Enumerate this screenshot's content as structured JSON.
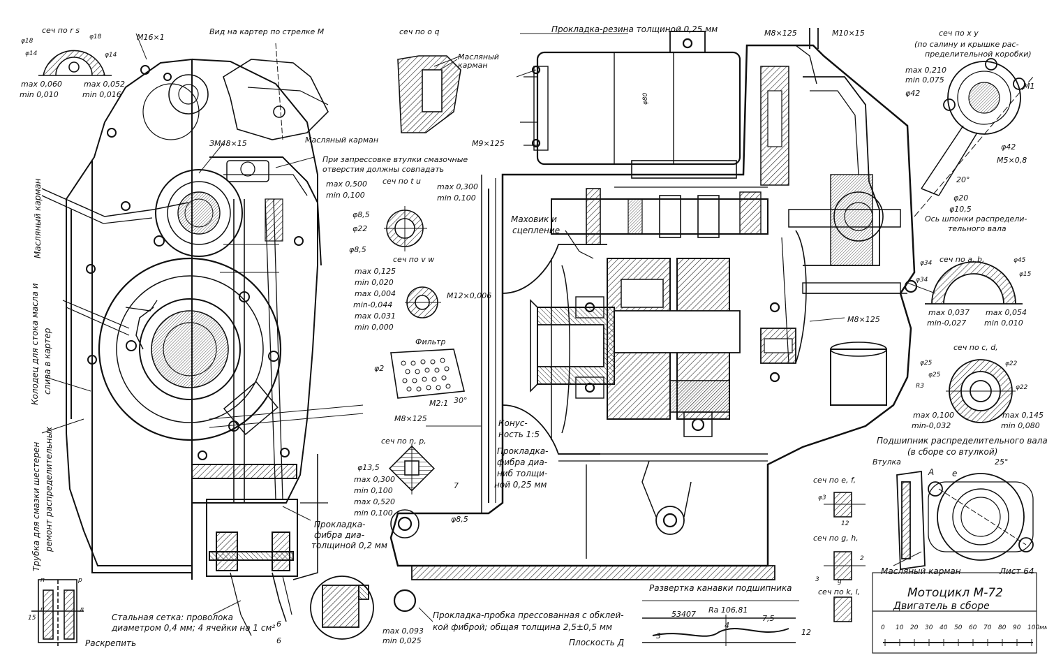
{
  "sheet": {
    "title": "Мотоцикл М-72",
    "subtitle": "Двигатель в сборе",
    "sheet_no": "Лист 64",
    "scale_labels": [
      "0",
      "10",
      "20",
      "30",
      "40",
      "50",
      "60",
      "70",
      "80",
      "90",
      "100"
    ],
    "scale_unit": "мм"
  },
  "labels": {
    "sec_rs": "сеч по r s",
    "rs_d1": "φ18",
    "rs_d2": "φ18",
    "rs_d3": "φ14",
    "rs_d4": "φ14",
    "rs_max1": "max 0,060",
    "rs_min1": "min 0,010",
    "rs_max2": "max 0,052",
    "rs_min2": "min 0,016",
    "m16": "M16×1",
    "view_m": "Вид на картер по стрелке М",
    "sec_oq": "сеч по o q",
    "oil_pocket_1": "Масляный карман",
    "gasket_rubber": "Прокладка-резина толщиной 0,25 мм",
    "m8_125_top": "M8×125",
    "m10_15": "M10×15",
    "sec_xy_1": "сеч по x y",
    "sec_xy_2": "(по салину и крышке рас-",
    "sec_xy_3": "пределительной коробки)",
    "xy_max": "max 0,210",
    "xy_min": "min 0,075",
    "xy_d42": "φ42",
    "m5_08": "M5×0,8",
    "d42b": "φ42",
    "ang20": "20°",
    "d20": "φ20",
    "d105": "φ10,5",
    "cam_axis_1": "Ось шпонки распредели-",
    "cam_axis_2": "тельного вала",
    "m1": "M1",
    "oil_pocket_2": "Масляный карман",
    "zm48": "ЗМ48×15",
    "press_note_1": "При запрессовке втулки смазочные",
    "press_note_2": "отверстия должны совпадать",
    "m9_125": "M9×125",
    "sec_tu": "сеч по t u",
    "tu_max1": "max 0,500",
    "tu_min1": "min 0,100",
    "tu_max2": "max 0,300",
    "tu_min2": "min 0,100",
    "tu_d85": "φ8,5",
    "tu_d22": "φ22",
    "tu_d85b": "φ8,5",
    "flywheel_1": "Маховик и",
    "flywheel_2": "сцепление",
    "sec_vw": "сеч по v w",
    "vw_max1": "max 0,125",
    "vw_min1": "min 0,020",
    "vw_max2": "max 0,004",
    "vw_min2": "min-0,044",
    "vw_max3": "max 0,031",
    "vw_min3": "min 0,000",
    "vw_m12": "M12×0,006",
    "filter": "Фильтр",
    "filter_d2": "φ2",
    "filter_scale": "M2:1",
    "filter_ang": "30°",
    "m8_125_mid": "M8×125",
    "taper_1": "Конус-",
    "taper_2": "ность 1:5",
    "gasket_fiber_1": "Прокладка-",
    "gasket_fiber_2": "фибра диа-",
    "gasket_fiber_3": "ниб толщи-",
    "gasket_fiber_4": "ной 0,25 мм",
    "sec_np": "сеч по n, p,",
    "np_d135": "φ13,5",
    "np_max1": "max 0,300",
    "np_min1": "min 0,100",
    "np_max2": "max 0,520",
    "np_min2": "min 0,100",
    "np_d85": "φ8,5",
    "np_7": "7",
    "oil_pocket_v": "Масляный карман",
    "oil_tube_v_1": "Трубка для смазки шестерен",
    "oil_tube_v_2": "ремонт распределительных",
    "drain_v_1": "Колодец для стока масла и",
    "drain_v_2": "слива в картер",
    "fiber_gasket_b1": "Прокладка-",
    "fiber_gasket_b2": "фибра диа-",
    "fiber_gasket_b3": "толщиной 0,2 мм",
    "steel_mesh_1": "Стальная сетка: проволока",
    "steel_mesh_2": "диаметром 0,4 мм; 4 ячейки на 1 см²",
    "rascanit": "Раскрепить",
    "six_1": "6",
    "six_2": "6",
    "max_0093": "max 0,093",
    "min_0025": "min 0,025",
    "bearing_groove": "Развертка канавки подшипника",
    "gasket_cork_1": "Прокладка-пробка прессованная с обклей-",
    "gasket_cork_2": "кой фиброй; общая толщина 2,5±0,5 мм",
    "plane_d": "Плоскость Д",
    "dim_53407": "53407",
    "dim_ra": "Rа 106,81",
    "dim_75": "7,5",
    "dim_4": "4",
    "dim_3": "3",
    "dim_12": "12",
    "m8_125_right": "M8×125",
    "sec_ab": "сеч по a, b,",
    "ab_d34": "φ34",
    "ab_d45": "φ45",
    "ab_d34b": "φ34",
    "ab_d15": "φ15",
    "ab_max1": "max 0,037",
    "ab_min1": "min-0,027",
    "ab_max2": "max 0,054",
    "ab_min2": "min 0,010",
    "sec_cd": "сеч по c, d,",
    "cd_d25": "φ25",
    "cd_d25b": "φ25",
    "cd_d22": "φ22",
    "cd_d22b": "φ22",
    "cd_r3": "R3",
    "cd_max1": "max 0,100",
    "cd_min1": "min-0,032",
    "cd_max2": "max 0,145",
    "cd_min2": "min 0,080",
    "cam_bearing_1": "Подшипник распределительного вала",
    "cam_bearing_2": "(в сборе со втулкой)",
    "vtulka": "Втулка",
    "a_e_1": "A",
    "a_e_2": "e",
    "ang25": "25°",
    "sec_ef": "сеч по e, f,",
    "ef_d3": "φ3",
    "ef_12": "12",
    "sec_gh": "сеч по g, h,",
    "gh_3": "3",
    "gh_g": "g",
    "gh_2": "2",
    "sec_kl": "сеч по k, l,",
    "oil_pocket_br": "Масляный карман",
    "d80": "φ80",
    "pn_p": "п",
    "pn_d": "р",
    "pn_n": "п",
    "pn_q": "д",
    "pn_15": "15"
  }
}
